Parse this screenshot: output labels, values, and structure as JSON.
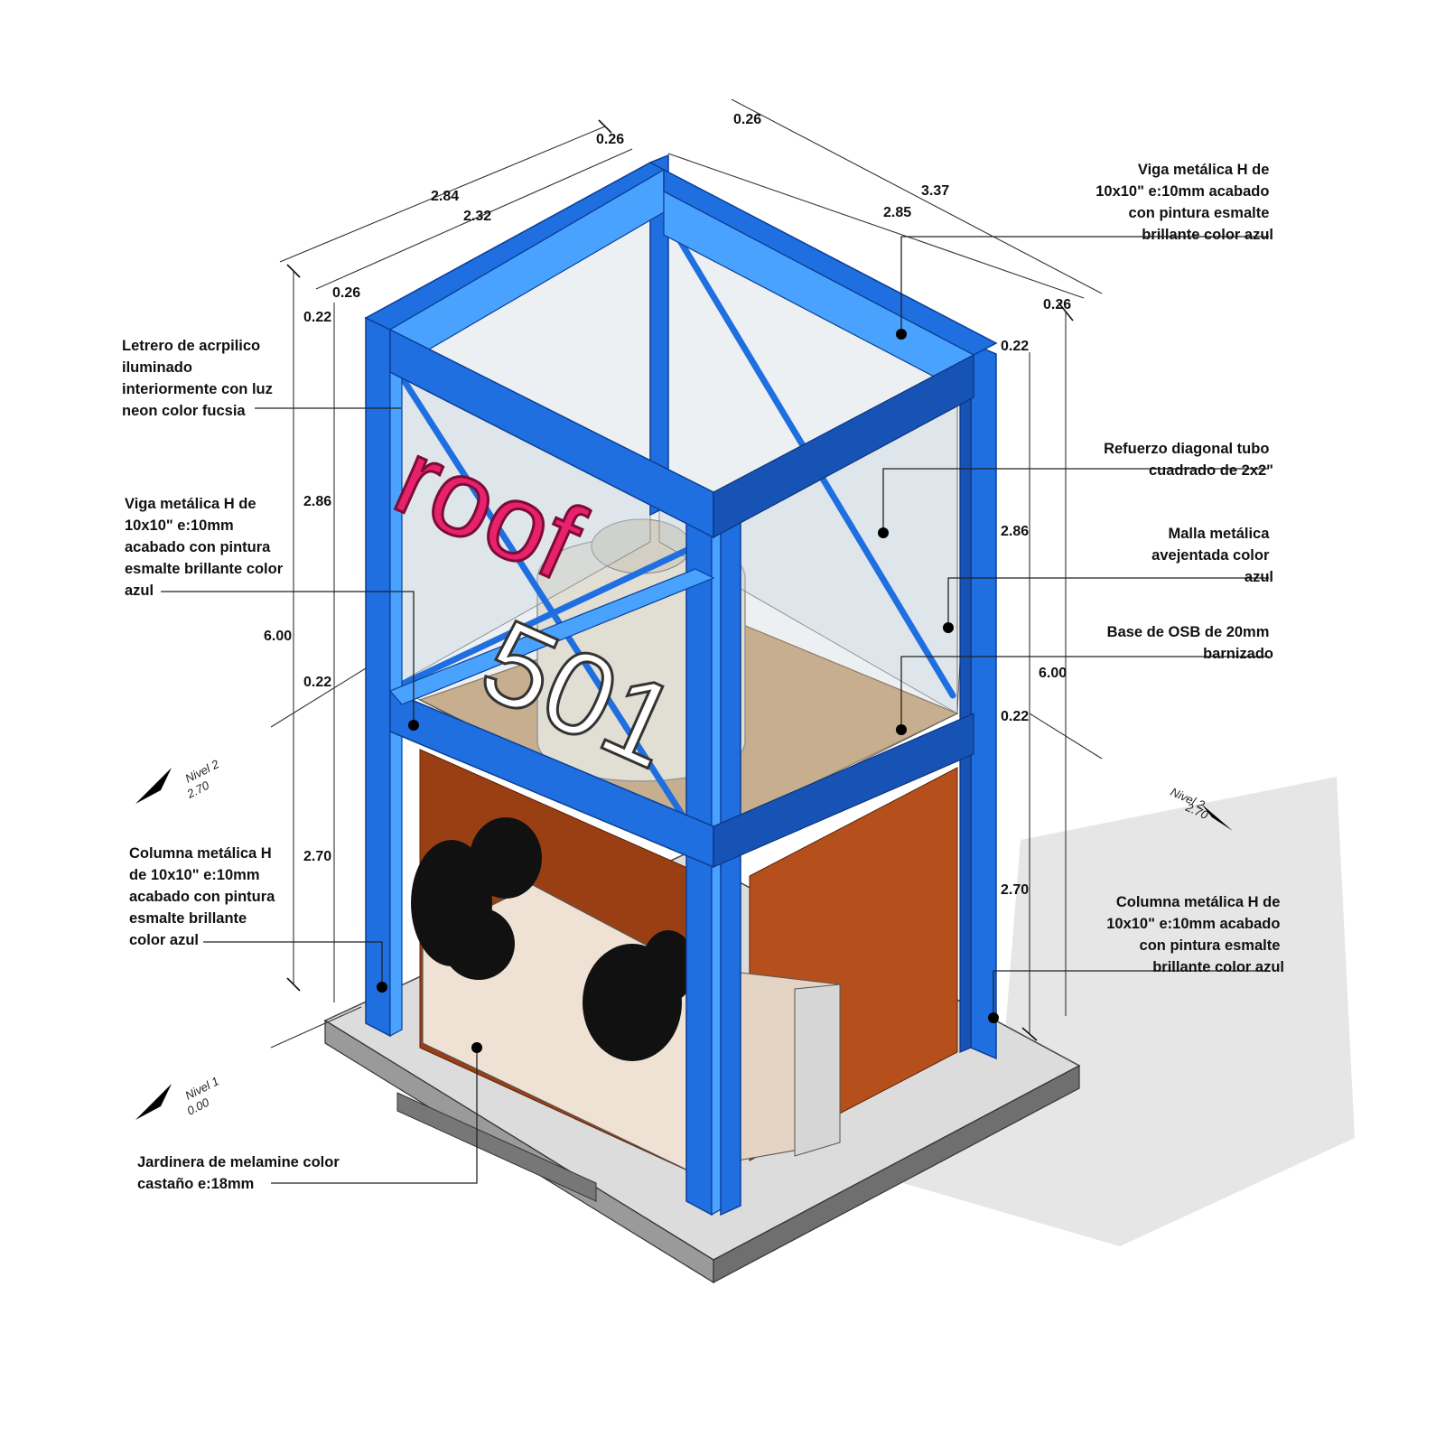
{
  "dimensions": {
    "top_front_outer": "2.84",
    "top_front_inner": "2.32",
    "top_front_col": "0.26",
    "top_side_outer": "3.37",
    "top_side_inner": "2.85",
    "top_side_col": "0.26",
    "left_col_width": "0.26",
    "right_col_width": "0.26",
    "left_beam_top": "0.22",
    "left_upper_height": "2.86",
    "left_mid_beam": "0.22",
    "left_lower_height": "2.70",
    "left_total": "6.00",
    "right_beam_top": "0.22",
    "right_upper_height": "2.86",
    "right_mid_beam": "0.22",
    "right_lower_height": "2.70",
    "right_total": "6.00"
  },
  "levels": [
    {
      "name": "Nivel 2",
      "value": "2.70"
    },
    {
      "name": "Nivel 2",
      "value": "2.70"
    },
    {
      "name": "Nivel 1",
      "value": "0.00"
    }
  ],
  "sign": {
    "word": "roof",
    "number": "501"
  },
  "labels": {
    "letrero": [
      "Letrero de acrpilico",
      "iluminado",
      "interiormente con luz",
      "neon color fucsia"
    ],
    "viga_left": [
      "Viga metálica H de",
      "10x10\" e:10mm",
      "acabado con pintura",
      "esmalte brillante color",
      "azul"
    ],
    "columna_left": [
      "Columna metálica H",
      "de 10x10\" e:10mm",
      "acabado con pintura",
      "esmalte brillante",
      "color azul"
    ],
    "jardinera": [
      "Jardinera de melamine color",
      "castaño e:18mm"
    ],
    "viga_right": [
      "Viga metálica H de",
      "10x10\" e:10mm acabado",
      "con pintura esmalte",
      "brillante color azul"
    ],
    "refuerzo": [
      "Refuerzo diagonal tubo",
      "cuadrado de 2x2\""
    ],
    "malla": [
      "Malla metálica",
      "avejentada color",
      "azul"
    ],
    "base_osb": [
      "Base de OSB de 20mm",
      "barnizado"
    ],
    "columna_right": [
      "Columna metálica H de",
      "10x10\" e:10mm acabado",
      "con pintura esmalte",
      "brillante color azul"
    ]
  },
  "colors": {
    "steel": "#1f6fe0",
    "neon": "#e8216f",
    "wood_panel": "#b5501c",
    "osb": "#c79a66",
    "planter": "#efe1d4",
    "tank": "#efe4cf",
    "slab": "#dcdcdc"
  }
}
